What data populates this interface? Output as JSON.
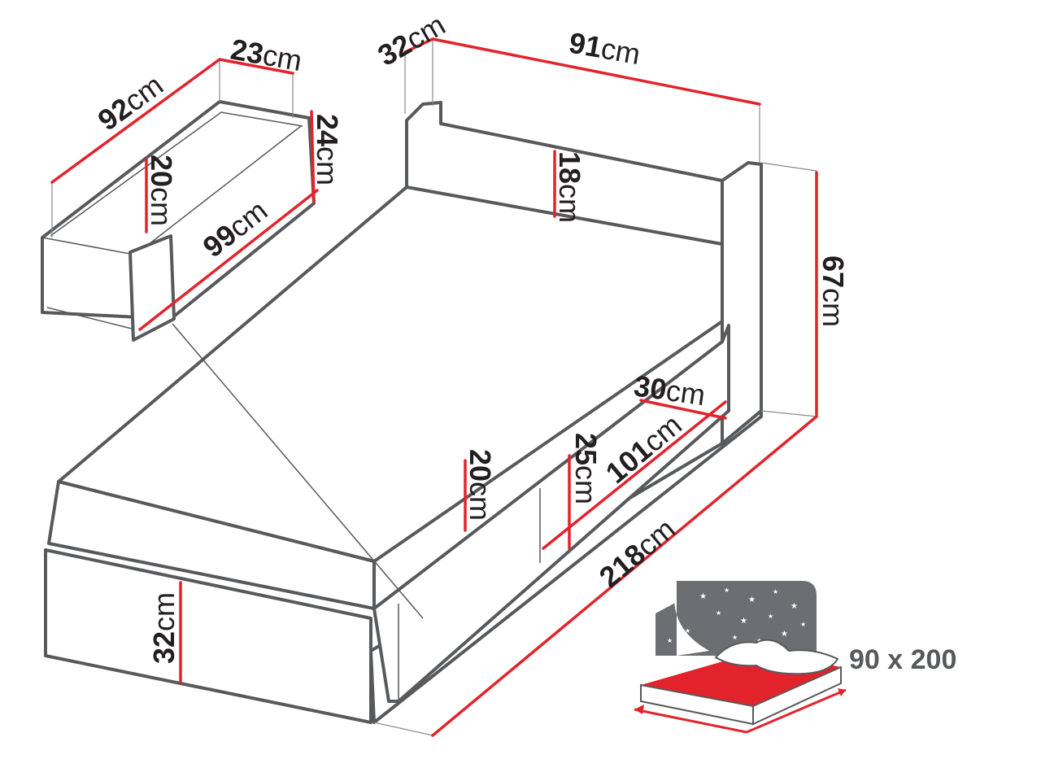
{
  "diagram": {
    "unit": "cm",
    "dimensions": {
      "drawer_depth": "23",
      "drawer_length": "92",
      "drawer_height": "24",
      "drawer_inner_height": "20",
      "drawer_inner_length": "99",
      "headboard_depth": "32",
      "headboard_width": "91",
      "headboard_above_mattress": "18",
      "total_height": "67",
      "side_pillow_depth": "30",
      "side_pillow_length": "101",
      "side_pillow_height": "25",
      "mattress_height": "20",
      "total_length": "218",
      "base_height": "32"
    },
    "mattress_size": "90 x 200"
  },
  "colors": {
    "dimension_line": "#e3232c",
    "outline": "#58595b",
    "mattress_icon": "#e3232c",
    "night_panel": "#6d6e71"
  }
}
